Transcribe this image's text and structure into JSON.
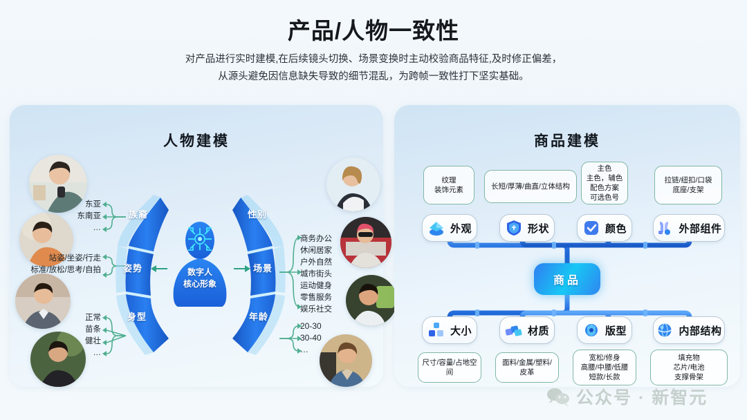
{
  "header": {
    "title": "产品/人物一致性",
    "subtitle_line1": "对产品进行实时建模,在后续镜头切换、场景变换时主动校验商品特征,及时修正偏差，",
    "subtitle_line2": "从源头避免因信息缺失导致的细节混乱，为跨帧一致性打下坚实基础。"
  },
  "left_panel": {
    "title": "人物建模",
    "center": {
      "line1": "数字人",
      "line2": "核心形象",
      "icon": "circuit-brain-icon"
    },
    "arcs_left": [
      {
        "label": "族裔"
      },
      {
        "label": "姿势"
      },
      {
        "label": "身型"
      }
    ],
    "arcs_right": [
      {
        "label": "性别"
      },
      {
        "label": "场景"
      },
      {
        "label": "年龄"
      }
    ],
    "labels_left": [
      {
        "group": "ethnicity",
        "items": [
          "东亚",
          "东南亚",
          "…"
        ]
      },
      {
        "group": "pose",
        "items": [
          "站姿/坐姿/行走",
          "标准/放松/思考/自拍"
        ]
      },
      {
        "group": "body",
        "items": [
          "正常",
          "苗条",
          "健壮",
          "…"
        ]
      }
    ],
    "labels_right": [
      {
        "group": "scene",
        "items": [
          "商务办公",
          "休闲居家",
          "户外自然",
          "城市街头",
          "运动健身",
          "零售服务",
          "娱乐社交"
        ]
      },
      {
        "group": "age",
        "items": [
          "20-30",
          "30-40",
          "…"
        ]
      }
    ],
    "portraits": [
      {
        "name": "portrait-east-asian-man"
      },
      {
        "name": "portrait-woman-orange"
      },
      {
        "name": "portrait-man-suit"
      },
      {
        "name": "portrait-woman-green"
      },
      {
        "name": "portrait-woman-blonde"
      },
      {
        "name": "portrait-woman-sunglasses"
      },
      {
        "name": "portrait-woman-shopping"
      },
      {
        "name": "portrait-man-denim"
      }
    ]
  },
  "right_panel": {
    "title": "商品建模",
    "center_node": "商品",
    "top_nodes": [
      {
        "label": "外观",
        "icon": "layers-icon",
        "chip": "纹理\n装饰元素"
      },
      {
        "label": "形状",
        "icon": "shield-icon",
        "chip": "长短/厚薄/曲直/立体结构"
      },
      {
        "label": "颜色",
        "icon": "check-badge-icon",
        "chip": "主色\n主色，辅色\n配色方案\n可选色号"
      },
      {
        "label": "外部组件",
        "icon": "components-icon",
        "chip": "拉链/纽扣/口袋\n底座/支架"
      }
    ],
    "bottom_nodes": [
      {
        "label": "大小",
        "icon": "cubes-icon",
        "chip": "尺寸/容量/占地空间"
      },
      {
        "label": "材质",
        "icon": "material-blocks-icon",
        "chip": "面料/金属/塑料/皮革"
      },
      {
        "label": "版型",
        "icon": "pattern-icon",
        "chip": "宽松/修身\n高腰/中腰/低腰\n短款/长款"
      },
      {
        "label": "内部结构",
        "icon": "sphere-icon",
        "chip": "填充物\n芯片/电池\n支撑骨架"
      }
    ]
  },
  "watermark": {
    "text": "公众号 · 新智元",
    "icon": "wechat-icon"
  },
  "colors": {
    "accent_blue": "#2f7ff0",
    "accent_cyan": "#17c7f5",
    "arc_blue": "#1f6fe0",
    "green_connector": "#4fae8f",
    "chip_border": "#7fb6a5",
    "panel_bg": "#d6e8f6"
  }
}
